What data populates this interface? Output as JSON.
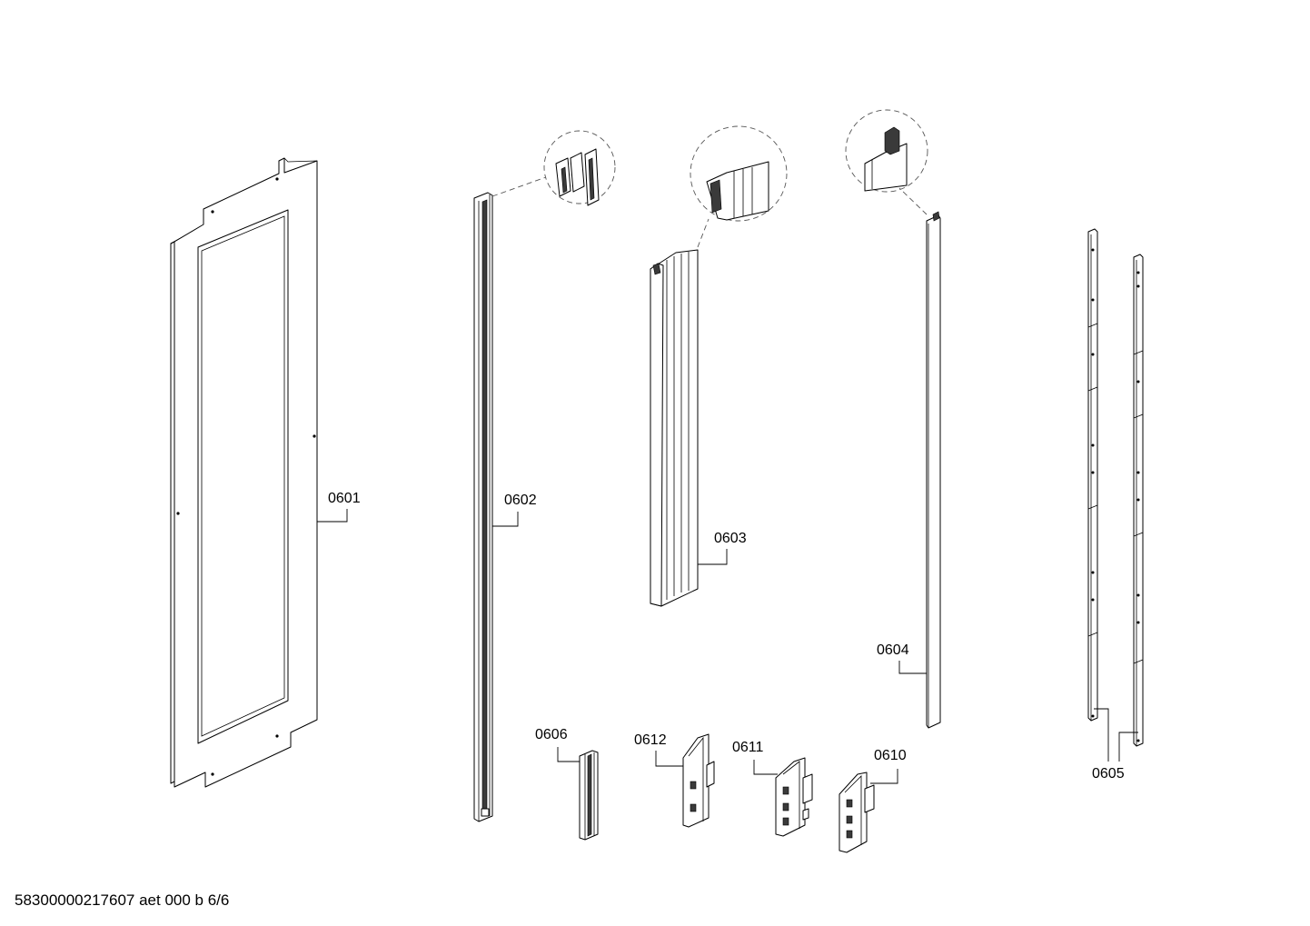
{
  "parts": [
    {
      "id": "0601",
      "name": "frame panel"
    },
    {
      "id": "0602",
      "name": "long strip"
    },
    {
      "id": "0603",
      "name": "profile"
    },
    {
      "id": "0604",
      "name": "flat strip"
    },
    {
      "id": "0605",
      "name": "rails"
    },
    {
      "id": "0606",
      "name": "short profile"
    },
    {
      "id": "0610",
      "name": "clip"
    },
    {
      "id": "0611",
      "name": "clip"
    },
    {
      "id": "0612",
      "name": "clip"
    }
  ],
  "labels": {
    "p0601": "0601",
    "p0602": "0602",
    "p0603": "0603",
    "p0604": "0604",
    "p0605": "0605",
    "p0606": "0606",
    "p0610": "0610",
    "p0611": "0611",
    "p0612": "0612"
  },
  "footer": "58300000217607 aet 000 b 6/6"
}
